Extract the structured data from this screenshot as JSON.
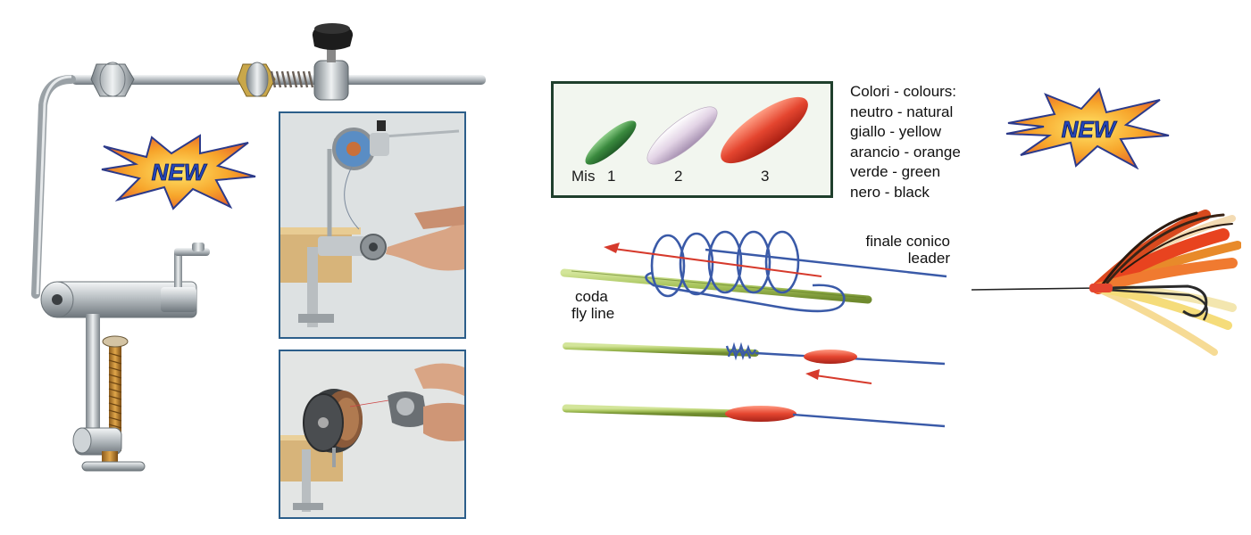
{
  "badges": {
    "left_new": "NEW",
    "right_new": "NEW"
  },
  "swatches": {
    "prefix": "Mis",
    "labels": [
      "1",
      "2",
      "3"
    ],
    "colors": [
      "#3a8a3e",
      "#d9c8dc",
      "#e4452f"
    ]
  },
  "colors_list": {
    "heading": "Colori - colours:",
    "items": [
      "neutro - natural",
      "giallo - yellow",
      "arancio - orange",
      "verde - green",
      "nero - black"
    ]
  },
  "diagram": {
    "leader_label_it": "finale conico",
    "leader_label_en": "leader",
    "line_label_it": "coda",
    "line_label_en": "fly line",
    "fly_line_color": "#a6c35a",
    "leader_color": "#3a5aa8",
    "arrow_color": "#d63a2c"
  }
}
